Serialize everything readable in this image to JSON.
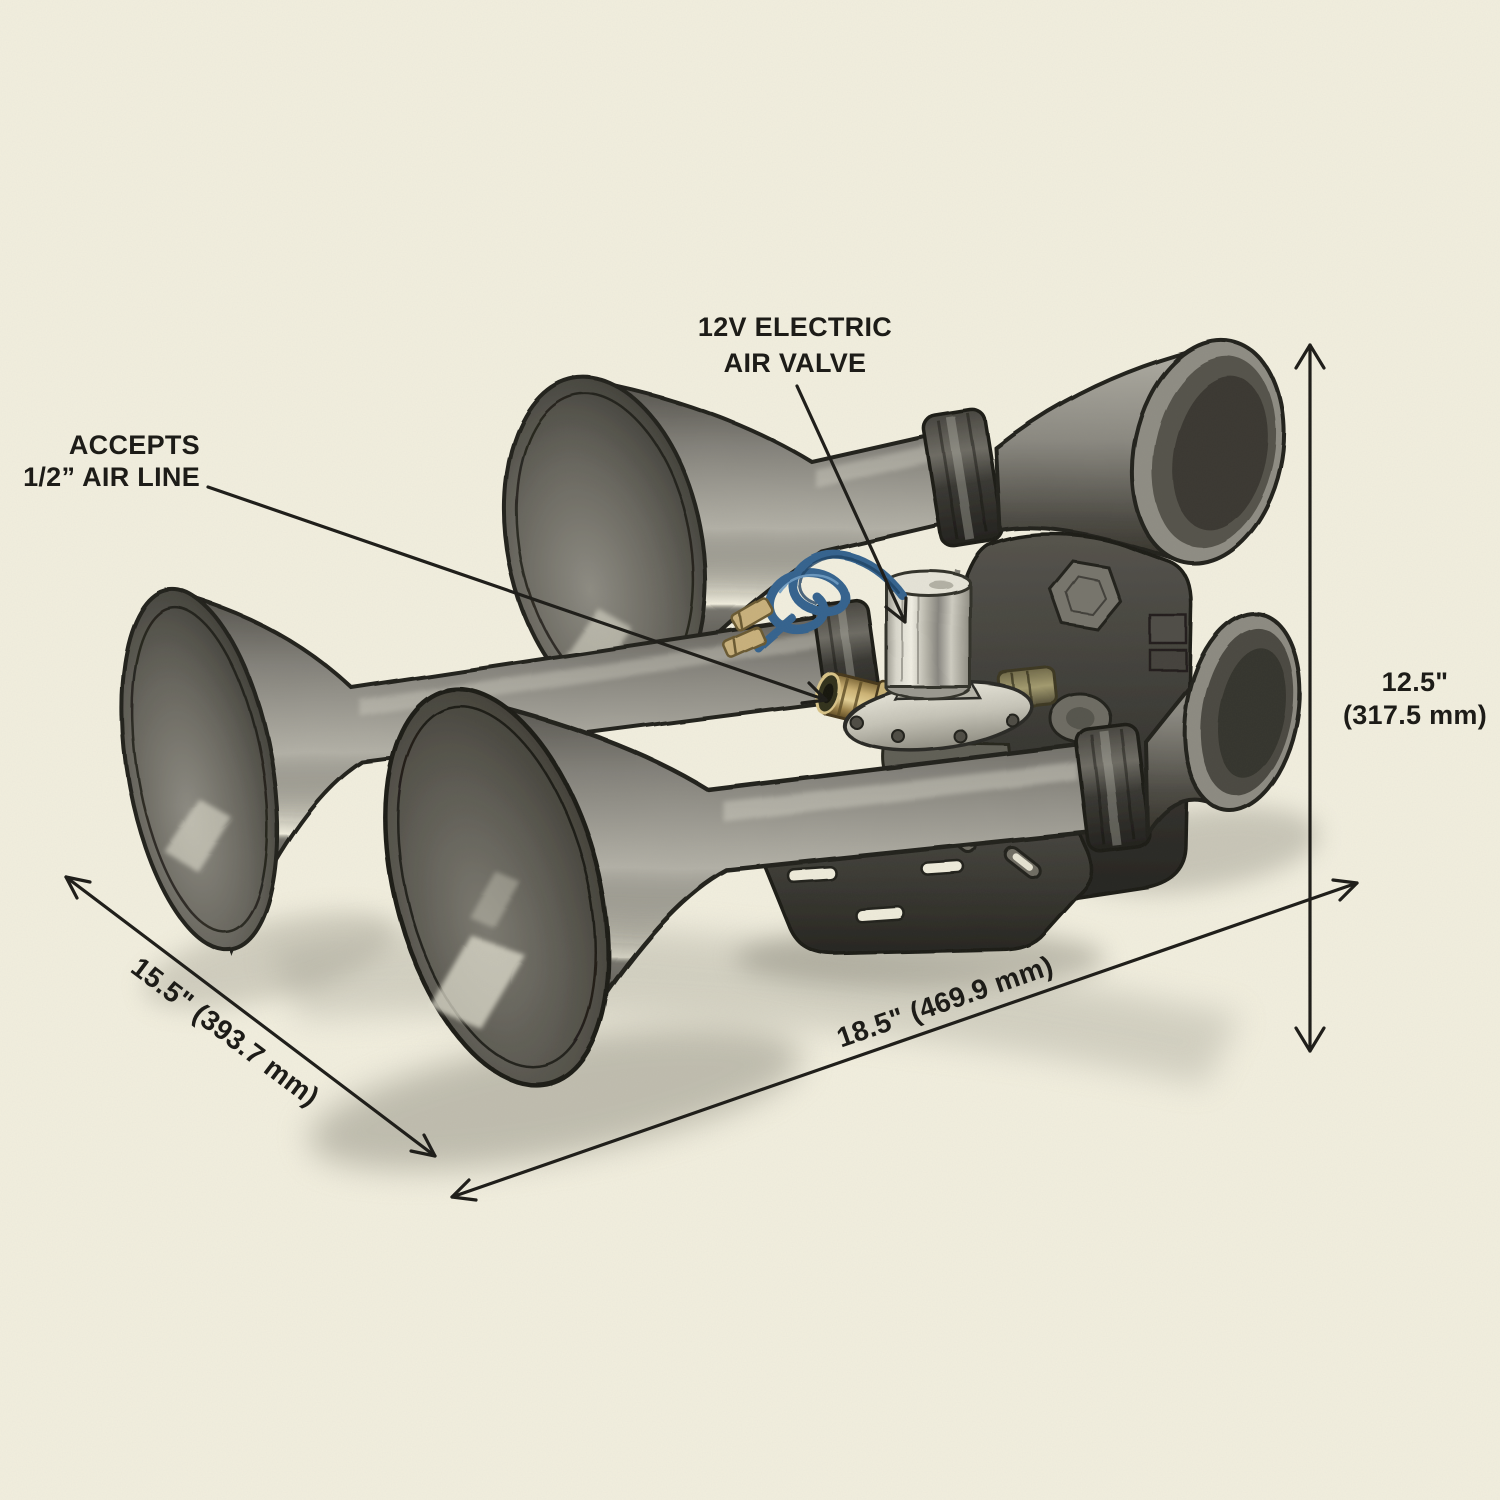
{
  "canvas": {
    "background": "#f2efdf",
    "ink": "#1d1c18"
  },
  "callouts": {
    "air_valve": {
      "line1": "12V ELECTRIC",
      "line2": "AIR VALVE"
    },
    "air_line": {
      "line1": "ACCEPTS",
      "line2": "1/2” AIR LINE"
    }
  },
  "dimensions": {
    "height": {
      "inches": "12.5\"",
      "metric": "(317.5 mm)"
    },
    "length": "18.5\" (469.9 mm)",
    "depth": "15.5\" (393.7 mm)"
  },
  "illustration": {
    "description": "Pencil-sketch style drawing of a triple-trumpet train air horn with a chrome 12V electric solenoid air valve, brass 1/2 inch air-line inlet fitting, coiled blue wire and a black mounting bracket with slotted holes",
    "colors": {
      "horn_gray": "#6f6d65",
      "wire_blue": "#36648f",
      "brass": "#c9b175",
      "chrome": "#d9d7cc",
      "bracket": "#3a3933"
    }
  }
}
